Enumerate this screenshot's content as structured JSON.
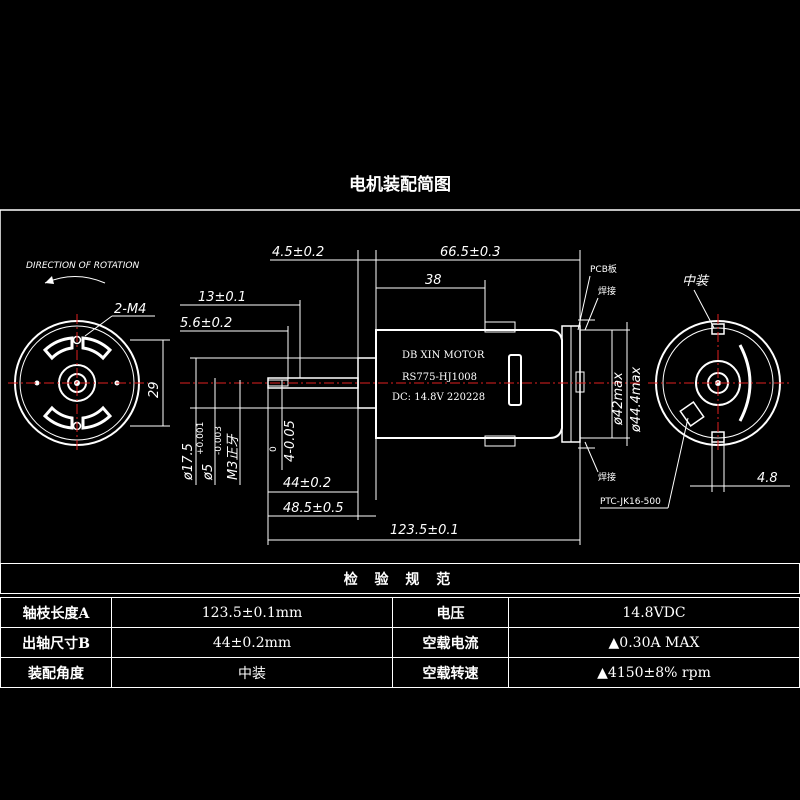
{
  "title": "电机装配简图",
  "drawing": {
    "rotation_label": "DIRECTION OF ROTATION",
    "holes_label": "2-M4",
    "mount_label": "中装",
    "pcb_label": "PCB板",
    "solder_top": "焊接",
    "solder_bottom": "焊接",
    "ptc_label": "PTC-JK16-500",
    "motor_text": {
      "line1": "DB XIN MOTOR",
      "line2": "RS775-HJ1008",
      "line3": "DC: 14.8V  220228"
    },
    "dims": {
      "d_4_5": "4.5±0.2",
      "d_66_5": "66.5±0.3",
      "d_38": "38",
      "d_13": "13±0.1",
      "d_5_6": "5.6±0.2",
      "d_29": "29",
      "d_17_5": "ø17.5",
      "d_5": "ø5",
      "d_5_tol_up": "+0.001",
      "d_5_tol_dn": "-0.003",
      "d_m3": "M3正牙",
      "d_4_zero": "0",
      "d_4": "4-0.05",
      "d_44": "44±0.2",
      "d_48_5": "48.5±0.5",
      "d_123_5": "123.5±0.1",
      "d_42": "ø42max",
      "d_44_4": "ø44.4max",
      "d_4_8": "4.8"
    }
  },
  "spec": {
    "heading": "检 验 规 范",
    "rows": [
      {
        "label_left": "轴枝长度A",
        "value_left": "123.5±0.1mm",
        "label_right": "电压",
        "value_right": "14.8VDC"
      },
      {
        "label_left": "出轴尺寸B",
        "value_left": "44±0.2mm",
        "label_right": "空载电流",
        "value_right": "▲0.30A MAX"
      },
      {
        "label_left": "装配角度",
        "value_left": "中装",
        "label_right": "空载转速",
        "value_right": "▲4150±8% rpm"
      }
    ]
  },
  "colors": {
    "background": "#000000",
    "line": "#ffffff",
    "centerline": "#e02020"
  }
}
